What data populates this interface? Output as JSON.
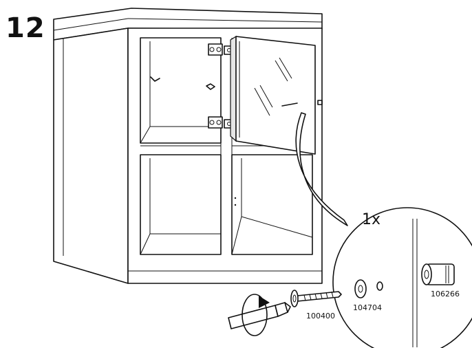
{
  "step": {
    "number": "12"
  },
  "detail": {
    "quantity": "1x"
  },
  "parts": [
    {
      "id": "part-100400",
      "label": "100400"
    },
    {
      "id": "part-104704",
      "label": "104704"
    },
    {
      "id": "part-106266",
      "label": "106266"
    }
  ],
  "icons": {
    "rotation": "clockwise-rotation-arrow-icon",
    "screwdriver": "screwdriver-icon"
  }
}
